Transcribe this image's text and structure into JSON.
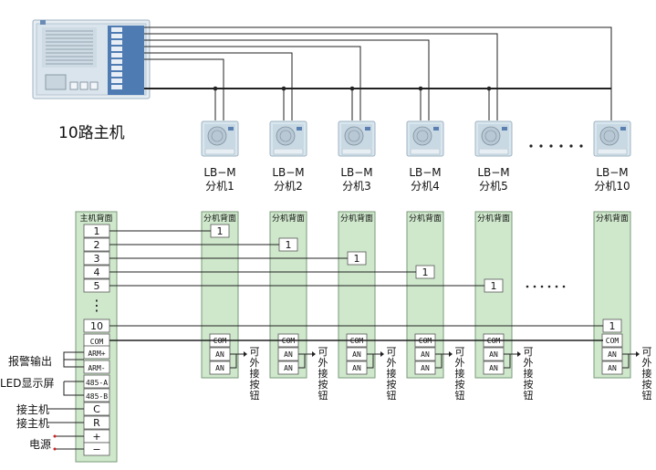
{
  "host": {
    "caption": "10路主机",
    "panel_title": "主机背面",
    "terminals": [
      "1",
      "2",
      "3",
      "4",
      "5",
      "⋮",
      "10",
      "COM",
      "ARM+",
      "ARM-",
      "485-A",
      "485-B",
      "C",
      "R",
      "+",
      "−"
    ]
  },
  "extensions": [
    {
      "model": "LB−M",
      "name": "分机1",
      "panel_title": "分机背面",
      "line": "1"
    },
    {
      "model": "LB−M",
      "name": "分机2",
      "panel_title": "分机背面",
      "line": "1"
    },
    {
      "model": "LB−M",
      "name": "分机3",
      "panel_title": "分机背面",
      "line": "1"
    },
    {
      "model": "LB−M",
      "name": "分机4",
      "panel_title": "分机背面",
      "line": "1"
    },
    {
      "model": "LB−M",
      "name": "分机5",
      "panel_title": "分机背面",
      "line": "1"
    },
    {
      "model": "LB−M",
      "name": "分机10",
      "panel_title": "分机背面",
      "line": "1"
    }
  ],
  "ext_terminals": [
    "COM",
    "AN",
    "AN"
  ],
  "ext_button_label": "可外接按钮",
  "ellipsis": "……",
  "side_labels": {
    "alarm_output": "报警输出",
    "led_display": "LED显示屏",
    "connect_host_c": "接主机",
    "connect_host_r": "接主机",
    "power": "电源"
  },
  "colors": {
    "panel_fill": "#cfe8cc",
    "panel_stroke": "#7a9a7a",
    "wire": "#222222",
    "device_body": "#d8e6ee",
    "power_mark": "#cc2222"
  }
}
